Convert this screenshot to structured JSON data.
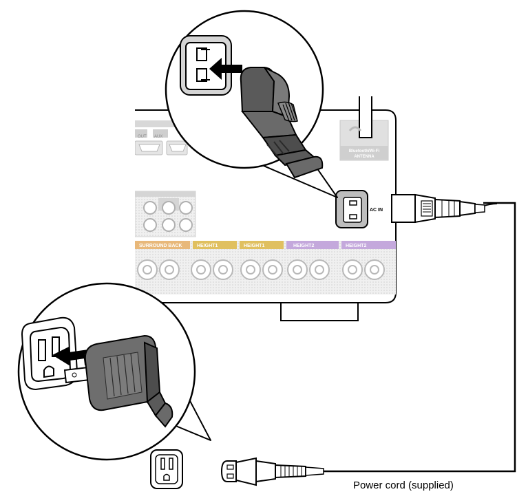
{
  "labels": {
    "ac_in": "AC IN",
    "antenna_line1": "Bluetooth/Wi-Fi",
    "antenna_line2": "ANTENNA",
    "power_cord": "Power cord (supplied)"
  },
  "panel": {
    "hdmi_out_labels": [
      "OUT",
      "AUX"
    ],
    "speaker_groups": [
      {
        "label": "SURROUND BACK",
        "color": "#e8b87a"
      },
      {
        "label": "HEIGHT1",
        "color": "#e0c060"
      },
      {
        "label": "HEIGHT1",
        "color": "#e0c060"
      },
      {
        "label": "HEIGHT2",
        "color": "#c4a8dc"
      },
      {
        "label": "HEIGHT2",
        "color": "#c4a8dc"
      }
    ]
  },
  "colors": {
    "line": "#000000",
    "panel_fill": "#f2f2f2",
    "jack_fill": "#d9d9d9",
    "cord": "#6e6e6e",
    "cord_dark": "#3d3d3d"
  }
}
